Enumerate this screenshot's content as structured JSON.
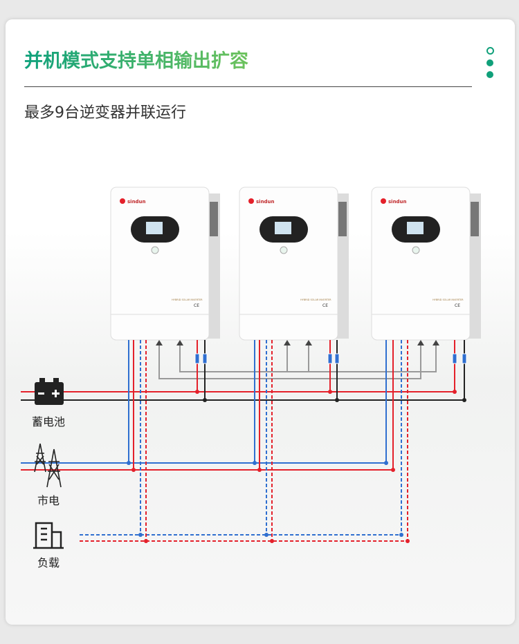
{
  "header": {
    "title": "并机模式支持单相输出扩容",
    "subtitle": "最多9台逆变器并联运行"
  },
  "inverter": {
    "brand": "sindun",
    "model_label": "HYBRID SOLAR INVERTER",
    "cert": "CE",
    "count_shown": 3
  },
  "legend": {
    "battery": "蓄电池",
    "grid": "市电",
    "load": "负载"
  },
  "colors": {
    "accent": "#10a07a",
    "red": "#e4202a",
    "blue": "#2f6fd0",
    "black": "#222222",
    "comm": "#999999"
  }
}
